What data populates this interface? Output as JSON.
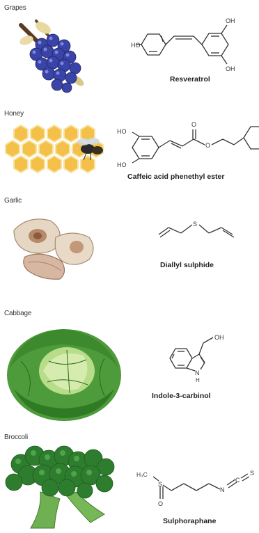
{
  "foods": [
    {
      "label": "Grapes",
      "compound": "Resveratrol",
      "atoms": {
        "oh1": "OH",
        "oh2": "OH",
        "ho": "HO"
      }
    },
    {
      "label": "Honey",
      "compound": "Caffeic acid phenethyl ester",
      "atoms": {
        "ho1": "HO",
        "ho2": "HO",
        "o1": "O",
        "o2": "O"
      }
    },
    {
      "label": "Garlic",
      "compound": "Diallyl sulphide",
      "atoms": {
        "s": "S"
      }
    },
    {
      "label": "Cabbage",
      "compound": "Indole-3-carbinol",
      "atoms": {
        "oh": "OH",
        "n": "N",
        "h": "H"
      }
    },
    {
      "label": "Broccoli",
      "compound": "Sulphoraphane",
      "atoms": {
        "h3c": "H₃C",
        "s": "S",
        "o": "O",
        "n": "N",
        "c": "C",
        "s2": "S"
      }
    }
  ]
}
